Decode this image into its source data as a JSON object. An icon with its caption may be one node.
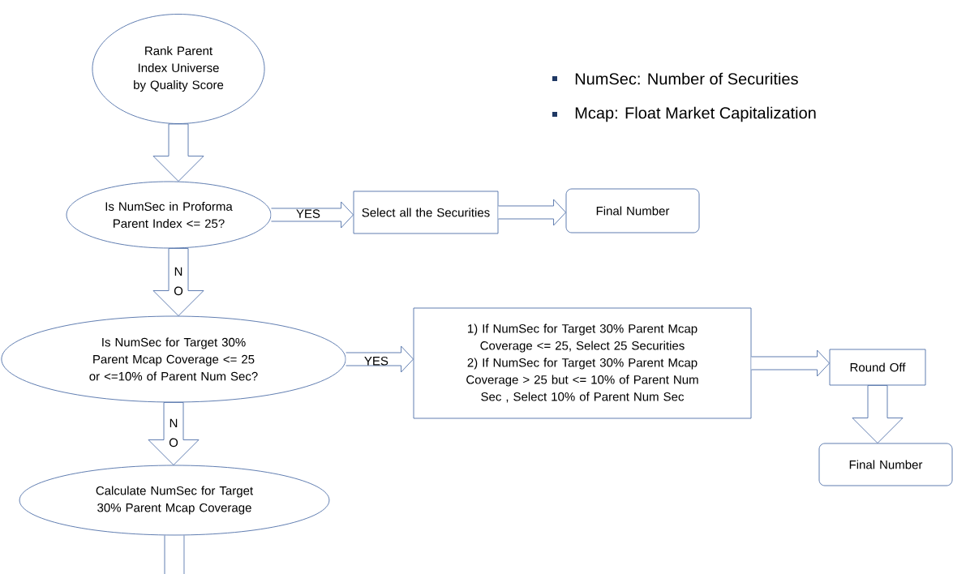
{
  "diagram": {
    "nodes": [
      {
        "text": [
          "Rank Parent Index Universe by Quality Score"
        ]
      },
      {
        "text": [
          "Is  NumSec in Proforma Parent Index <= 25?"
        ]
      },
      {
        "text": [
          "Select all the Securities"
        ]
      },
      {
        "text": [
          "Final Number"
        ]
      },
      {
        "text": [
          "Is NumSec for Target 30% Parent Mcap Coverage <= 25 or <=10% of Parent Num Sec?"
        ]
      },
      {
        "text": [
          "1) If NumSec for Target 30% Parent Mcap Coverage <= 25, Select 25 Securities",
          "2) If NumSec for Target 30% Parent Mcap Coverage > 25 but <= 10% of Parent Num Sec , Select 10% of Parent Num Sec"
        ]
      },
      {
        "text": [
          "Round Off"
        ]
      },
      {
        "text": [
          "Final Number"
        ]
      },
      {
        "text": [
          "Calculate NumSec for Target 30% Parent Mcap Coverage"
        ]
      }
    ],
    "edges": [
      {
        "from": 0,
        "to": 1,
        "arrow": "to"
      },
      {
        "from": 1,
        "to": 2,
        "arrow": "to",
        "label": "YES"
      },
      {
        "from": 2,
        "to": 3,
        "arrow": "to"
      },
      {
        "from": 1,
        "to": 4,
        "arrow": "to",
        "label": "N O"
      },
      {
        "from": 4,
        "to": 5,
        "arrow": "to",
        "label": "YES"
      },
      {
        "from": 5,
        "to": 6,
        "arrow": "to"
      },
      {
        "from": 6,
        "to": 7,
        "arrow": "to"
      },
      {
        "from": 4,
        "to": 8,
        "arrow": "to",
        "label": "N O"
      },
      {
        "from": 8,
        "to": null,
        "arrow": "none"
      }
    ],
    "labels": [
      "NumSec: Number of Securities",
      "Mcap: Float Market Capitalization"
    ]
  }
}
